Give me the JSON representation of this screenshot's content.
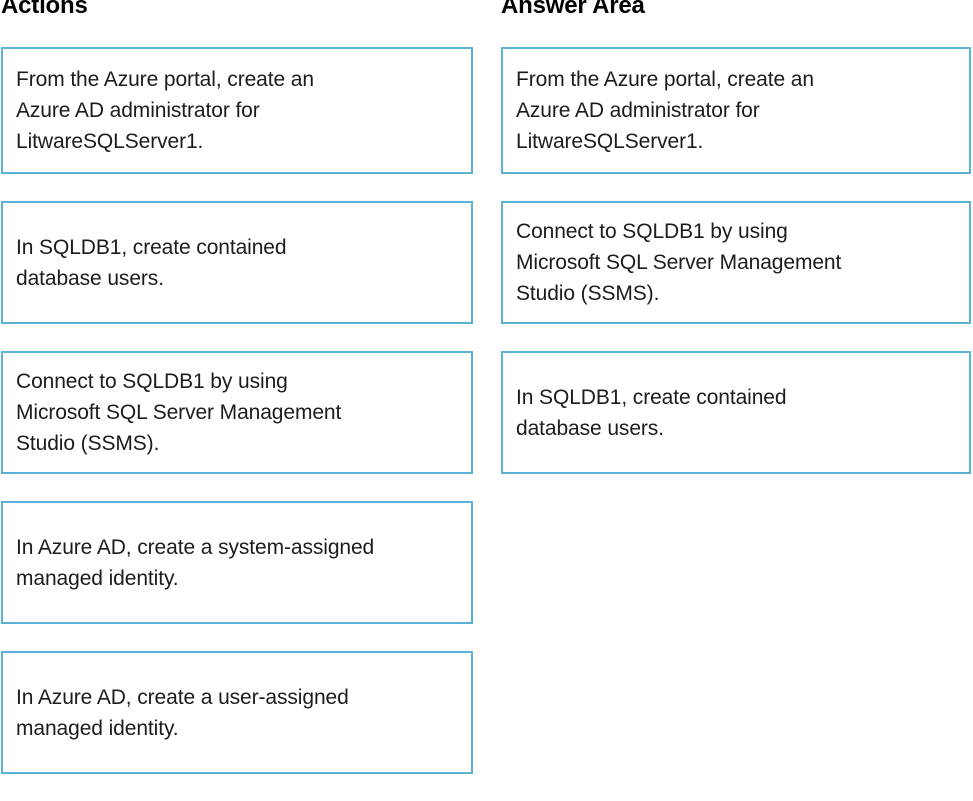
{
  "columns": {
    "actions": {
      "heading": "Actions",
      "cards": [
        {
          "text": "From the Azure portal, create an\nAzure AD administrator for\nLitwareSQLServer1."
        },
        {
          "text": "In SQLDB1, create contained\ndatabase users."
        },
        {
          "text": "Connect to SQLDB1 by using\nMicrosoft SQL Server Management\nStudio (SSMS)."
        },
        {
          "text": "In Azure AD, create a system-assigned\nmanaged identity."
        },
        {
          "text": "In Azure AD, create a user-assigned\nmanaged identity."
        }
      ]
    },
    "answer_area": {
      "heading": "Answer Area",
      "cards": [
        {
          "text": "From the Azure portal, create an\nAzure AD administrator for\nLitwareSQLServer1."
        },
        {
          "text": "Connect to SQLDB1 by using\nMicrosoft SQL Server Management\nStudio (SSMS)."
        },
        {
          "text": "In SQLDB1, create contained\ndatabase users."
        }
      ]
    }
  },
  "colors": {
    "card_border": "#5BB2D6",
    "card_background": "#FFFFFF",
    "text": "#1C1C1C",
    "heading": "#000000",
    "page_background": "#FFFFFF"
  }
}
